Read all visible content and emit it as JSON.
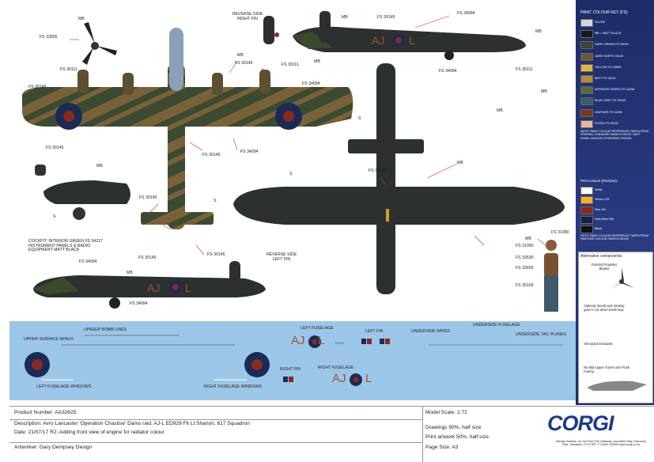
{
  "callouts": {
    "mb_top_prop": "MB",
    "fs33655_prop": "FS 33655",
    "fs30111_a": "FS 30111",
    "fs30145_wing_l": "FS 30145",
    "fs30145_wing_bot": "FS 30145",
    "mb_nacelle": "MB",
    "fs30145_mid": "FS 30145",
    "fs30111_b": "FS 30111",
    "fs34094_wing": "FS 34094",
    "fs30145_c": "FS 30145",
    "fs34094_b": "FS 34094",
    "fs30145_tail": "FS 30145",
    "fs30145_tail2": "FS 30145",
    "mb_left_nose": "MB",
    "cockpit_note": "COCKPIT: INTERIOR GREEN FS 34227 INSTRUMENT PANELS & RADIO EQUIPMENT MATT BLACK",
    "fs34094_side": "FS 34094",
    "fs30145_side": "FS 30145",
    "fs34094_side2": "FS 34094",
    "mb_side": "MB",
    "reverse_right_fin": "REVERSE SIDE RIGHT FIN",
    "reverse_left_fin": "REVERSE SIDE LEFT FIN",
    "mb_fin_r": "MB",
    "fs30145_r_top": "FS 30145",
    "fs34094_r_top": "FS 34094",
    "mb_r_1": "MB",
    "mb_r_2": "MB",
    "fs34094_r_mid": "FS 34094",
    "fs30111_r": "FS 30111",
    "mb_r_3": "MB",
    "mb_r_4": "MB",
    "mb_r_5": "MB",
    "fs34094_under": "FS 34094",
    "s_a": "S",
    "s_b": "S",
    "s_c": "S",
    "s_d": "S",
    "mb_pilot": "MB",
    "fs31090_pilot": "FS 31090",
    "fs31090_pilot2": "FS 31090",
    "fs32630": "FS 32630",
    "fs33655_pilot": "FS 33655",
    "fs35109": "FS 35109"
  },
  "key": {
    "title": "PAINT COLOUR KEY (FS):",
    "fs_colours": [
      {
        "label": "SILVER",
        "color": "#d4d6d8"
      },
      {
        "label": "MB = MATT BLACK",
        "color": "#1a1a1a"
      },
      {
        "label": "DARK GREEN FS 34094",
        "color": "#3a4530"
      },
      {
        "label": "DARK EARTH 30145",
        "color": "#6b5a3a"
      },
      {
        "label": "YELLOW FS 33655",
        "color": "#e6b43a"
      },
      {
        "label": "BUFF FS 30111",
        "color": "#b88a3a"
      },
      {
        "label": "INTERIOR GREEN FS 34258",
        "color": "#5a6a3e"
      },
      {
        "label": "BLUE GREY FS 35109",
        "color": "#3f5a6a"
      },
      {
        "label": "LEATHER FS 31090",
        "color": "#7a3a1a"
      },
      {
        "label": "FLESH FS 32630",
        "color": "#e8b49a"
      }
    ],
    "fs_note": "NOTE: PAINT COLOUR REFERENCE TAKEN FROM FEDERAL STANDARD SWATCH BOOK, MATT FINISH UNLESS OTHERWISE STATED",
    "pantone_title": "Print Colours (Pantone):",
    "pantone": [
      {
        "label": "White",
        "color": "#ffffff"
      },
      {
        "label": "Yellow 123",
        "color": "#f5b324"
      },
      {
        "label": "Red 181",
        "color": "#8a2a1f"
      },
      {
        "label": "Dark Blue 539",
        "color": "#13243e"
      },
      {
        "label": "Black",
        "color": "#111111"
      }
    ],
    "pantone_note": "NOTE: PAINT COLOUR REFERENCE TAKEN FROM PANTONE COLOUR SWATCH BOOK"
  },
  "alt": {
    "title": "Alternative components:",
    "prop": "Pointed Propeller Blades",
    "bomb": "'Upkeep' Bomb and rotating gear in cut down bomb-bay",
    "exhaust": "Shrouded Exhausts",
    "turret": "No Mid-Upper Turret Use Flush Fairing"
  },
  "decals": {
    "upkeep_lines": "UPKEEP BOMB LINES",
    "upper_wings": "UPPER SURFACE WINGS",
    "left_fus_windows": "LEFT FUSELAGE WINDOWS",
    "right_fus_windows": "RIGHT FUSELAGE WINDOWS",
    "left_fuselage": "LEFT FUSELAGE",
    "left_fin": "LEFT FIN",
    "underside_wings": "UNDERSIDE WINGS",
    "underside_fuselage": "UNDERSIDE FUSELAGE",
    "underside_tail": "UNDERSIDE TAIL PLANES",
    "right_fin": "RIGHT FIN",
    "right_fuselage": "RIGHT FUSELAGE",
    "code_left": "AJ",
    "code_left_suffix": "L",
    "code_right": "AJ",
    "code_right_suffix": "L",
    "serial": "ED929"
  },
  "aircraft": {
    "side_code": "AJ",
    "side_letter": "L",
    "top_code": "AJ",
    "top_letter": "L"
  },
  "footer": {
    "product_number": "Product Number:  AA32625",
    "description": "Description:  Avro Lancaster 'Operation Chastise' Dams raid, AJ-L ED929 Flt Lt Shanon, 617 Squadron",
    "date": "Date: 21/07/17 R2: Adding front view of engine for radiator colour",
    "artworker": "Artworker: Gary Dempsey Design",
    "model_scale": "Model Scale: 1:72",
    "drawings": "Drawings 50%, half size",
    "print_artwork": "Print artwork 50%, half size",
    "page_size": "Page Size: A3",
    "logo": "CORGI",
    "address": "Hornby Hobbies Ltd, 3rd Floor The Gateway, Innovation Way, Discovery Park, Sandwich, CT13 9FF T: 01843 233500   www.corgi.co.uk"
  }
}
